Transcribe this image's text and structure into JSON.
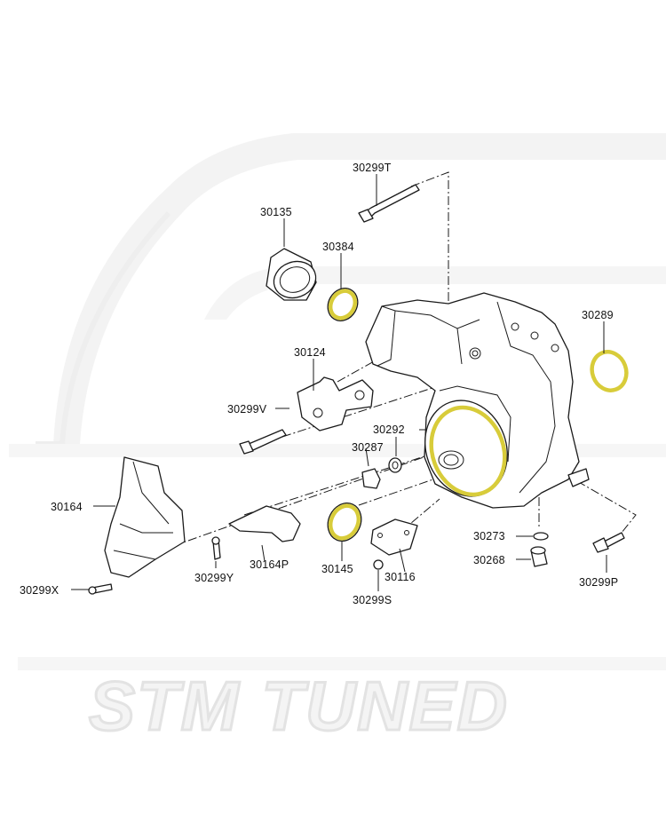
{
  "watermark": {
    "brand": "STM TUNED"
  },
  "colors": {
    "highlight": "#d8cc3a",
    "line": "#1a1a1a",
    "watermark": "#eeeeee"
  },
  "parts": [
    {
      "id": "30299T",
      "label": "30299T",
      "name": "bolt"
    },
    {
      "id": "30135",
      "label": "30135",
      "name": "bushing"
    },
    {
      "id": "30384",
      "label": "30384",
      "name": "oil-seal",
      "highlighted": true
    },
    {
      "id": "30289",
      "label": "30289",
      "name": "o-ring",
      "highlighted": true
    },
    {
      "id": "30124",
      "label": "30124",
      "name": "bracket"
    },
    {
      "id": "30299V",
      "label": "30299V",
      "name": "bolt"
    },
    {
      "id": "30292",
      "label": "30292",
      "name": "gasket-ring",
      "highlighted": true
    },
    {
      "id": "30287",
      "label": "30287",
      "name": "plug-washer"
    },
    {
      "id": "30164",
      "label": "30164",
      "name": "heat-shield"
    },
    {
      "id": "30299Y",
      "label": "30299Y",
      "name": "bolt"
    },
    {
      "id": "30164P",
      "label": "30164P",
      "name": "shield-plate"
    },
    {
      "id": "30145",
      "label": "30145",
      "name": "oil-seal",
      "highlighted": true
    },
    {
      "id": "30116",
      "label": "30116",
      "name": "cover-plate"
    },
    {
      "id": "30273",
      "label": "30273",
      "name": "washer"
    },
    {
      "id": "30268",
      "label": "30268",
      "name": "drain-plug"
    },
    {
      "id": "30299X",
      "label": "30299X",
      "name": "bolt"
    },
    {
      "id": "30299S",
      "label": "30299S",
      "name": "bolt"
    },
    {
      "id": "30299P",
      "label": "30299P",
      "name": "bolt"
    }
  ]
}
